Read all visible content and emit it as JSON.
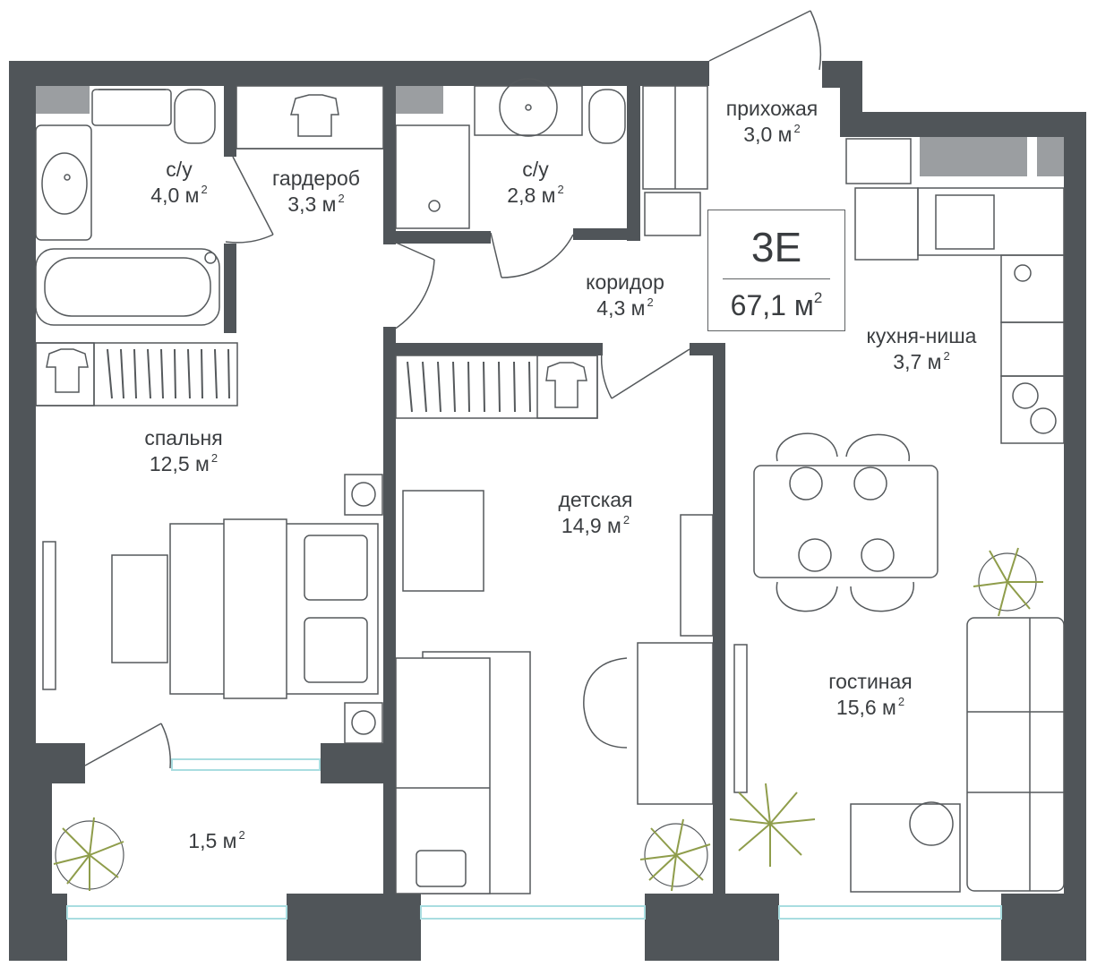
{
  "plan": {
    "apartment_code": "3E",
    "total_area": "67,1 м",
    "area_unit_exponent": "2",
    "colors": {
      "wall": "#505559",
      "line": "#55595c",
      "light_fill": "#e9ecea",
      "dark_fill": "#9b9ea1",
      "window": "#a9dde0",
      "plant": "#8f9d4b"
    }
  },
  "rooms": [
    {
      "id": "bath1",
      "name": "с/у",
      "area": "4,0 м",
      "exp": "2"
    },
    {
      "id": "wardrobe",
      "name": "гардероб",
      "area": "3,3 м",
      "exp": "2"
    },
    {
      "id": "bath2",
      "name": "с/у",
      "area": "2,8 м",
      "exp": "2"
    },
    {
      "id": "hall",
      "name": "прихожая",
      "area": "3,0 м",
      "exp": "2"
    },
    {
      "id": "corridor",
      "name": "коридор",
      "area": "4,3 м",
      "exp": "2"
    },
    {
      "id": "kitchen",
      "name": "кухня-ниша",
      "area": "3,7 м",
      "exp": "2"
    },
    {
      "id": "bedroom",
      "name": "спальня",
      "area": "12,5 м",
      "exp": "2"
    },
    {
      "id": "kids",
      "name": "детская",
      "area": "14,9 м",
      "exp": "2"
    },
    {
      "id": "living",
      "name": "гостиная",
      "area": "15,6 м",
      "exp": "2"
    },
    {
      "id": "balcony",
      "name": "",
      "area": "1,5 м",
      "exp": "2"
    }
  ]
}
